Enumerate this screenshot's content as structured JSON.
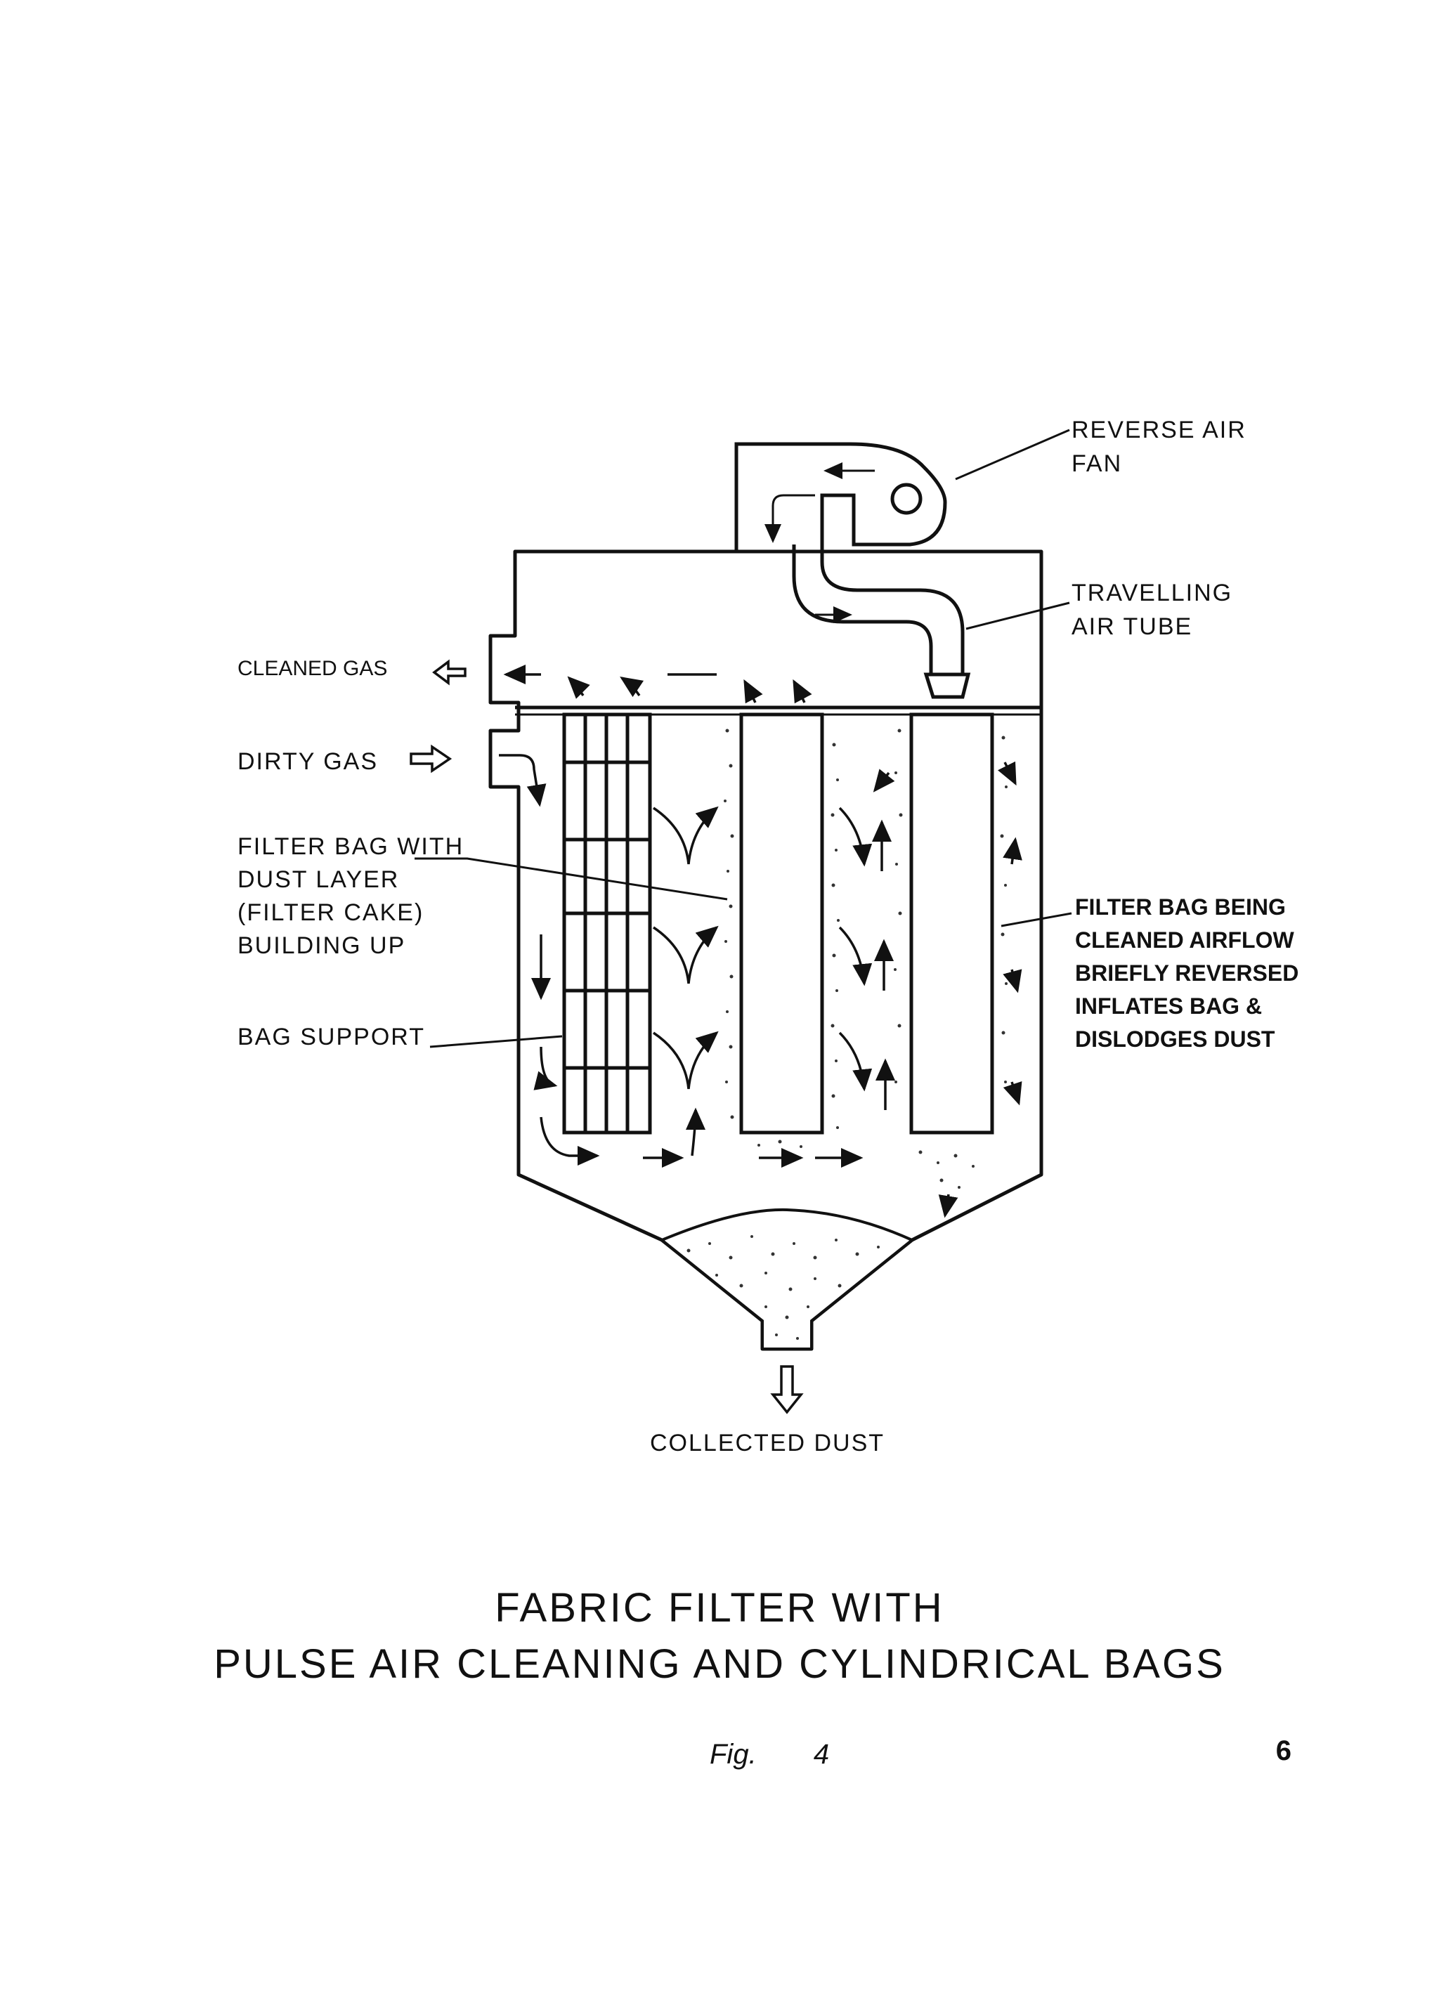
{
  "labels": {
    "reverse_air": "REVERSE AIR",
    "fan": "FAN",
    "travelling": "TRAVELLING",
    "air_tube": "AIR TUBE",
    "cleaned_gas": "CLEANED GAS",
    "dirty_gas": "DIRTY GAS",
    "filter_bag_lines": [
      "FILTER BAG WITH",
      "DUST LAYER",
      "(FILTER CAKE)",
      "BUILDING UP"
    ],
    "bag_support": "BAG SUPPORT",
    "bag_cleaned_lines": [
      "FILTER BAG BEING",
      "CLEANED AIRFLOW",
      "BRIEFLY REVERSED",
      "INFLATES BAG &",
      "DISLODGES DUST"
    ],
    "collected_dust": "COLLECTED DUST"
  },
  "caption": {
    "line1": "FABRIC FILTER WITH",
    "line2": "PULSE AIR CLEANING AND CYLINDRICAL BAGS"
  },
  "figure": {
    "prefix": "Fig.",
    "number": "4"
  },
  "page_number": "6"
}
